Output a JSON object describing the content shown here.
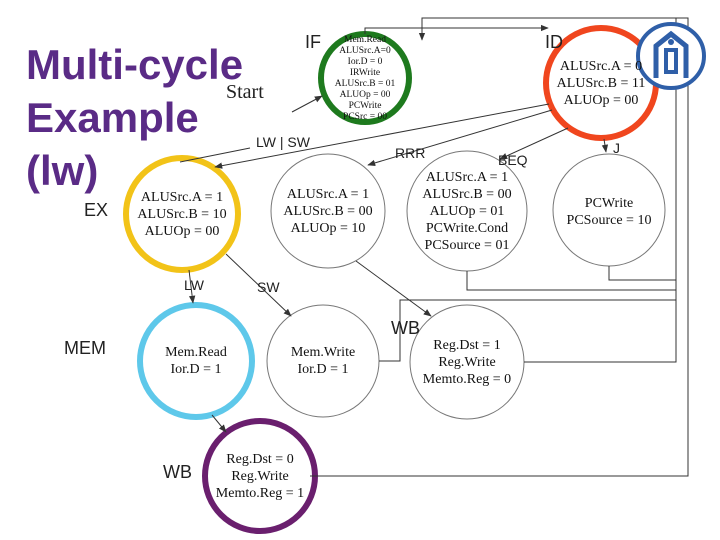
{
  "title_lines": [
    "Multi-cycle",
    "Example",
    "(lw)"
  ],
  "start_label": "Start",
  "stage_labels": {
    "if": "IF",
    "id": "ID",
    "ex": "EX",
    "mem": "MEM",
    "wb_left": "WB",
    "wb_right": "WB"
  },
  "transition_labels": {
    "lw_sw": "LW | SW",
    "rrr": "RRR",
    "beq": "BEQ",
    "j": "J",
    "lw": "LW",
    "sw": "SW"
  },
  "states": {
    "if": [
      "Mem.Read",
      "ALUSrc.A=0",
      "Ior.D = 0",
      "IRWrite",
      "ALUSrc.B = 01",
      "ALUOp = 00",
      "PCWrite",
      "PCSrc = 00"
    ],
    "id": [
      "ALUSrc.A = 0",
      "ALUSrc.B = 11",
      "ALUOp = 00"
    ],
    "ex_lw": [
      "ALUSrc.A = 1",
      "ALUSrc.B = 10",
      "ALUOp = 00"
    ],
    "ex_r": [
      "ALUSrc.A = 1",
      "ALUSrc.B = 00",
      "ALUOp = 10"
    ],
    "ex_beq": [
      "ALUSrc.A = 1",
      "ALUSrc.B = 00",
      "ALUOp = 01",
      "PCWrite.Cond",
      "PCSource = 01"
    ],
    "ex_j": [
      "PCWrite",
      "PCSource = 10"
    ],
    "mem_read": [
      "Mem.Read",
      "Ior.D = 1"
    ],
    "mem_write": [
      "Mem.Write",
      "Ior.D = 1"
    ],
    "wb_r": [
      "Reg.Dst = 1",
      "Reg.Write",
      "Memto.Reg = 0"
    ],
    "wb_lw": [
      "Reg.Dst = 0",
      "Reg.Write",
      "Memto.Reg = 1"
    ]
  },
  "colors": {
    "title": "#5a2b86",
    "if_ring": "#1e7a1e",
    "id_ring": "#f0461e",
    "ex_ring": "#f2c318",
    "mem_ring": "#5ec8ea",
    "wb_ring": "#6a1f6e",
    "logo": "#2f5fa8"
  },
  "icons": {
    "logo": "institution-logo-icon"
  }
}
